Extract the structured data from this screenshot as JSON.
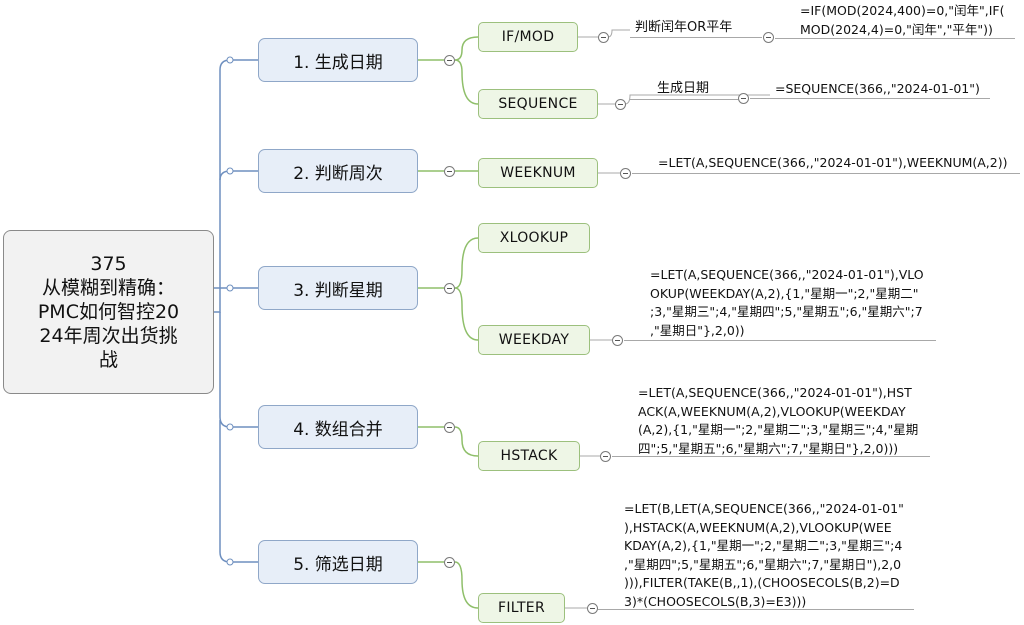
{
  "root": {
    "line1": "375",
    "line2": "从模糊到精确：",
    "line3": "PMC如何智控20",
    "line4": "24年周次出货挑",
    "line5": "战"
  },
  "branches": [
    {
      "label": "1. 生成日期"
    },
    {
      "label": "2. 判断周次"
    },
    {
      "label": "3. 判断星期"
    },
    {
      "label": "4. 数组合并"
    },
    {
      "label": "5. 筛选日期"
    }
  ],
  "leaves": {
    "ifmod": "IF/MOD",
    "sequence": "SEQUENCE",
    "weeknum": "WEEKNUM",
    "xlookup": "XLOOKUP",
    "weekday": "WEEKDAY",
    "hstack": "HSTACK",
    "filter": "FILTER"
  },
  "notes": {
    "ifmod_note": "判断闰年OR平年",
    "sequence_note": "生成日期"
  },
  "formulas": {
    "ifmod": [
      "=IF(MOD(2024,400)=0,\"闰年\",IF(",
      "MOD(2024,4)=0,\"闰年\",\"平年\"))"
    ],
    "sequence": [
      "=SEQUENCE(366,,\"2024-01-01\")"
    ],
    "weeknum": [
      "=LET(A,SEQUENCE(366,,\"2024-01-01\"),WEEKNUM(A,2))"
    ],
    "weekday": [
      "=LET(A,SEQUENCE(366,,\"2024-01-01\"),VLO",
      "OKUP(WEEKDAY(A,2),{1,\"星期一\";2,\"星期二\"",
      ";3,\"星期三\";4,\"星期四\";5,\"星期五\";6,\"星期六\";7",
      ",\"星期日\"},2,0))"
    ],
    "hstack": [
      "=LET(A,SEQUENCE(366,,\"2024-01-01\"),HST",
      "ACK(A,WEEKNUM(A,2),VLOOKUP(WEEKDAY",
      "(A,2),{1,\"星期一\";2,\"星期二\";3,\"星期三\";4,\"星期",
      "四\";5,\"星期五\";6,\"星期六\";7,\"星期日\"},2,0)))"
    ],
    "filter": [
      "=LET(B,LET(A,SEQUENCE(366,,\"2024-01-01\"",
      "),HSTACK(A,WEEKNUM(A,2),VLOOKUP(WEE",
      "KDAY(A,2),{1,\"星期一\";2,\"星期二\";3,\"星期三\";4",
      ",\"星期四\";5,\"星期五\";6,\"星期六\";7,\"星期日\"),2,0",
      "))),FILTER(TAKE(B,,1),(CHOOSECOLS(B,2)=D",
      "3)*(CHOOSECOLS(B,3)=E3)))"
    ]
  },
  "colors": {
    "branch_line": "#6e8fbf",
    "leaf_line": "#8fbf6a",
    "note_line": "#a8a8a8"
  }
}
